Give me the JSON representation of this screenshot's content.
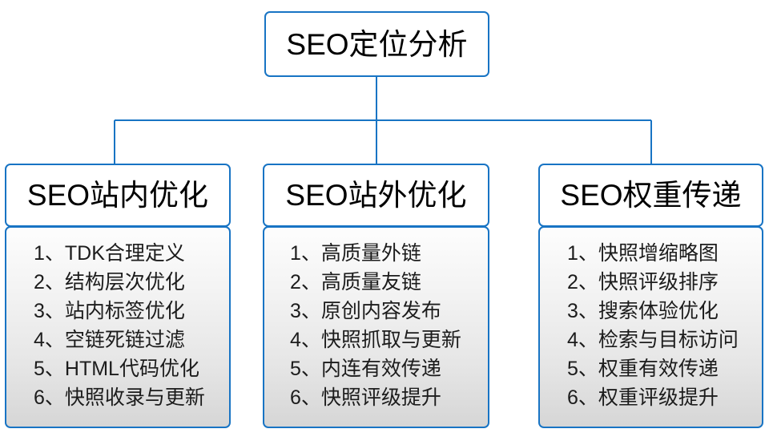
{
  "root": {
    "label": "SEO定位分析"
  },
  "connector": {
    "color": "#1874c4"
  },
  "theme": {
    "border_color": "#1874c4",
    "text_color": "#000000",
    "panel_gradient_top": "#fdfdfd",
    "panel_gradient_bottom": "#d6d6d6",
    "background": "#ffffff"
  },
  "branches": [
    {
      "title": "SEO站内优化",
      "items": [
        "1、TDK合理定义",
        "2、结构层次优化",
        "3、站内标签优化",
        "4、空链死链过滤",
        "5、HTML代码优化",
        "6、快照收录与更新"
      ]
    },
    {
      "title": "SEO站外优化",
      "items": [
        "1、高质量外链",
        "2、高质量友链",
        "3、原创内容发布",
        "4、快照抓取与更新",
        "5、内连有效传递",
        "6、快照评级提升"
      ]
    },
    {
      "title": "SEO权重传递",
      "items": [
        "1、快照增缩略图",
        "2、快照评级排序",
        "3、搜索体验优化",
        "4、检索与目标访问",
        "5、权重有效传递",
        "6、权重评级提升"
      ]
    }
  ]
}
